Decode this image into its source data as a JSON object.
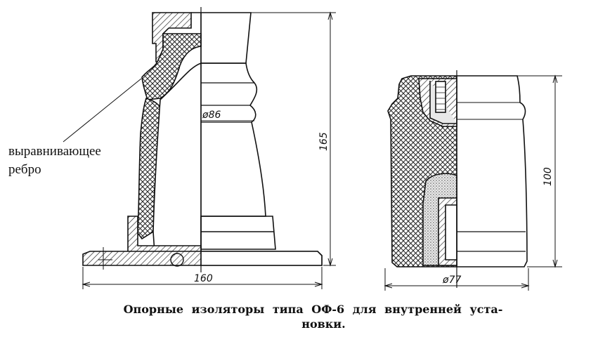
{
  "callout": {
    "line1": "выравнивающее",
    "line2": "ребро"
  },
  "dimensions": {
    "height_left": "165",
    "diameter_left": "ø86",
    "width_left": "160",
    "height_right": "100",
    "diameter_right": "ø77"
  },
  "caption": {
    "line1": "Опорные изоляторы типа ОФ-6 для внутренней уста-",
    "line2": "новки."
  }
}
